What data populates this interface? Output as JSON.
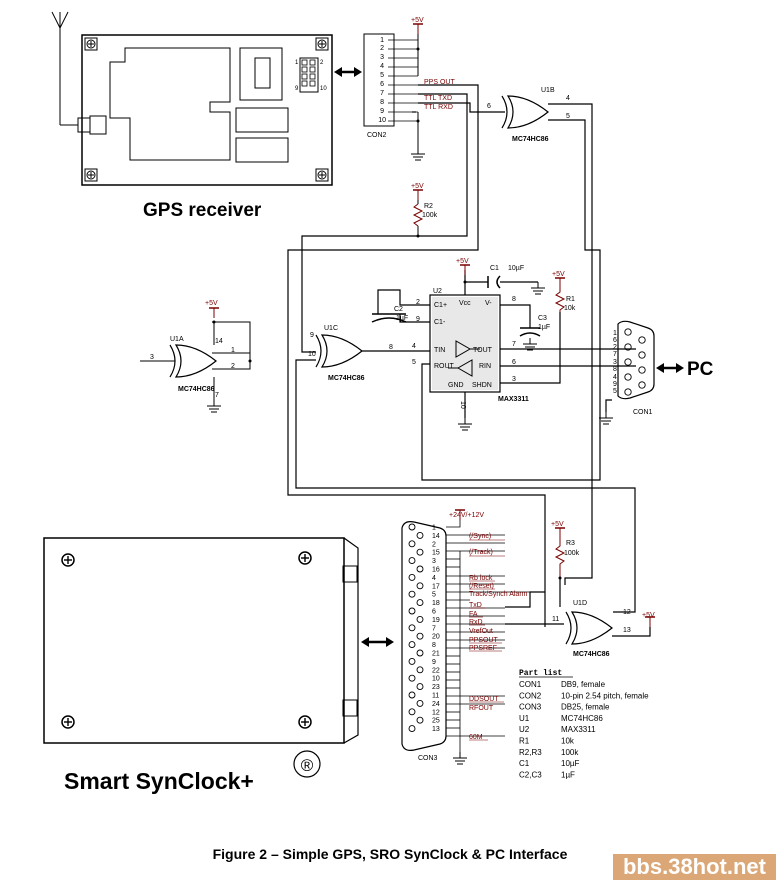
{
  "gps": {
    "title": "GPS receiver",
    "con2": {
      "label": "CON2",
      "pins": [
        "1",
        "2",
        "3",
        "4",
        "5",
        "6",
        "7",
        "8",
        "9",
        "10"
      ]
    },
    "header_pins": [
      "1",
      "2",
      "9",
      "10"
    ],
    "signals": [
      "PPS OUT",
      "TTL TXD",
      "TTL RXD"
    ],
    "vcc": "+5V"
  },
  "r2": {
    "ref": "R2",
    "value": "100k",
    "vcc": "+5V"
  },
  "u1b": {
    "ref": "U1B",
    "part": "MC74HC86",
    "pins": [
      "6",
      "4",
      "5"
    ]
  },
  "u1a": {
    "ref": "U1A",
    "part": "MC74HC86",
    "vcc": "+5V",
    "pins": [
      "3",
      "14",
      "1",
      "2",
      "7"
    ]
  },
  "u1c": {
    "ref": "U1C",
    "part": "MC74HC86",
    "pins": [
      "9",
      "10",
      "8"
    ]
  },
  "u1d": {
    "ref": "U1D",
    "part": "MC74HC86",
    "pins": [
      "11",
      "12",
      "13"
    ],
    "vcc": "+5V"
  },
  "u2": {
    "ref": "U2",
    "part": "MAX3311",
    "vcc": "+5V",
    "pin_names": [
      "C1+",
      "C1-",
      "Vcc",
      "V-",
      "TIN",
      "ROUT",
      "TOUT",
      "RIN",
      "GND",
      "SHDN"
    ],
    "pins": [
      "9",
      "2",
      "8",
      "4",
      "5",
      "7",
      "6",
      "3",
      "10"
    ]
  },
  "caps": {
    "c1": {
      "ref": "C1",
      "value": "10µF"
    },
    "c2": {
      "ref": "C2",
      "value": "1µF"
    },
    "c3": {
      "ref": "C3",
      "value": "1µF"
    }
  },
  "r1": {
    "ref": "R1",
    "value": "10k",
    "vcc": "+5V"
  },
  "r3": {
    "ref": "R3",
    "value": "100k",
    "vcc": "+5V"
  },
  "con1": {
    "label": "CON1",
    "pins": [
      "1",
      "6",
      "2",
      "7",
      "3",
      "8",
      "4",
      "9",
      "5"
    ],
    "pc_label": "PC"
  },
  "con3": {
    "label": "CON3",
    "supply": "+24V/+12V",
    "pins": [
      "1",
      "14",
      "2",
      "15",
      "3",
      "16",
      "4",
      "17",
      "5",
      "18",
      "6",
      "19",
      "7",
      "20",
      "8",
      "21",
      "9",
      "22",
      "10",
      "23",
      "11",
      "24",
      "12",
      "25",
      "13"
    ],
    "signals": [
      "(/Sync)",
      "(/Track)",
      "Rb lock",
      "(/Reset)",
      "Track/Synch Alarm",
      "TxD",
      "FA",
      "RxD",
      "VrefOut",
      "PPSOUT",
      "PPSREF",
      "DDSOUT",
      "RFOUT",
      "60M"
    ]
  },
  "synclock": {
    "title": "Smart SynClock+",
    "mark": "®"
  },
  "parts_list": {
    "heading": "Part list",
    "rows": [
      [
        "CON1",
        "DB9, female"
      ],
      [
        "CON2",
        "10-pin 2.54 pitch, female"
      ],
      [
        "CON3",
        "DB25, female"
      ],
      [
        "U1",
        "MC74HC86"
      ],
      [
        "U2",
        "MAX3311"
      ],
      [
        "R1",
        "10k"
      ],
      [
        "R2,R3",
        "100k"
      ],
      [
        "C1",
        "10µF"
      ],
      [
        "C2,C3",
        "1µF"
      ]
    ]
  },
  "caption": "Figure 2 – Simple GPS, SRO SynClock & PC Interface",
  "watermark": "bbs.38hot.net"
}
